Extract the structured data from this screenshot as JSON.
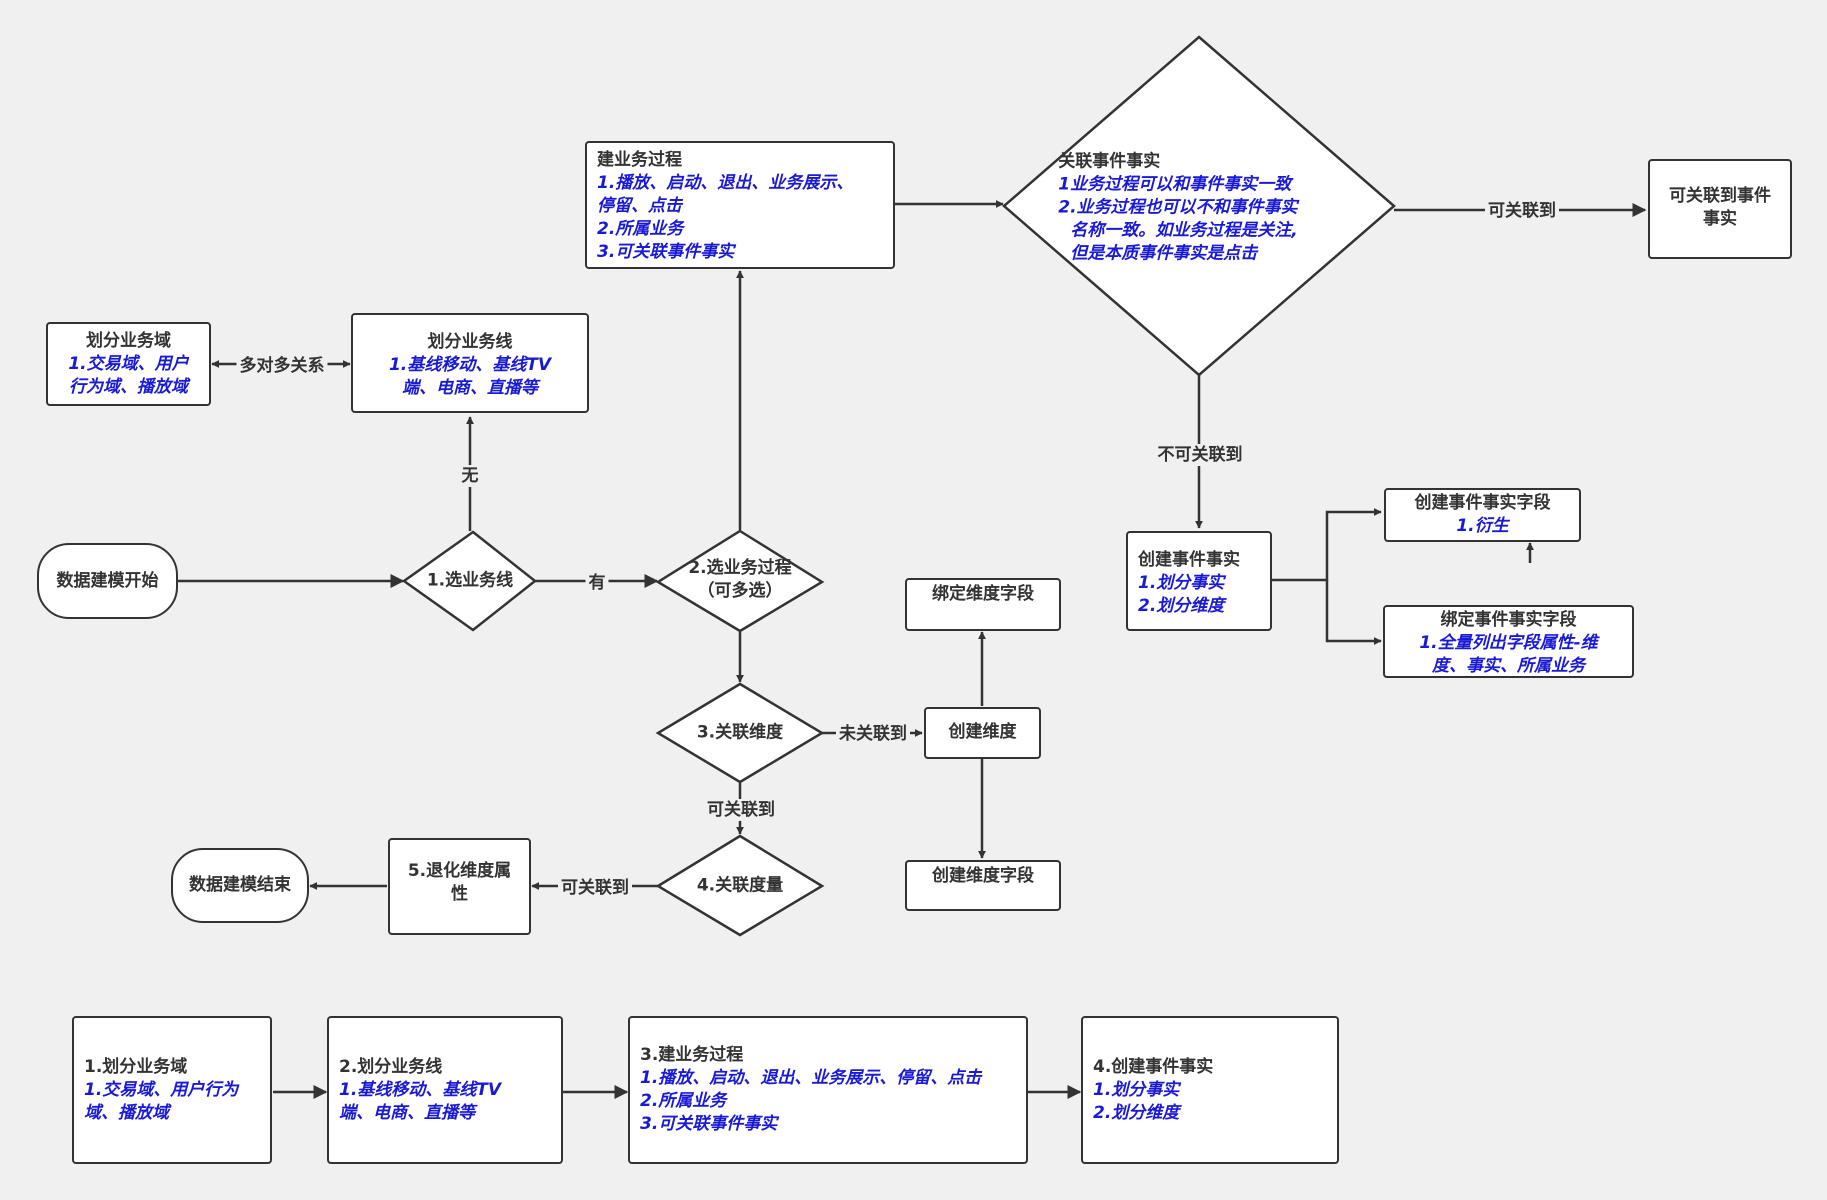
{
  "colors": {
    "background": "#f0f0f0",
    "stroke": "#333333",
    "list_text": "#1a1ad6"
  },
  "nodes": {
    "start": "数据建模开始",
    "end": "数据建模结束",
    "select_line": "1.选业务线",
    "select_process": {
      "line1": "2.选业务过程",
      "line2": "（可多选）"
    },
    "assoc_dim": "3.关联维度",
    "assoc_measure": "4.关联度量",
    "degrade_dim": {
      "line1": "5.退化维度属",
      "line2": "性"
    },
    "divide_domain": {
      "title": "划分业务域",
      "items": [
        "1.交易域、用户",
        "行为域、播放域"
      ]
    },
    "divide_line": {
      "title": "划分业务线",
      "items": [
        "1.基线移动、基线TV",
        "端、电商、直播等"
      ]
    },
    "build_process": {
      "title": "建业务过程",
      "items": [
        "1.播放、启动、退出、业务展示、",
        "停留、点击",
        "2.所属业务",
        "3.可关联事件事实"
      ]
    },
    "assoc_event": {
      "title": "关联事件事实",
      "items": [
        "1业务过程可以和事件事实一致",
        "2.业务过程也可以不和事件事实",
        "名称一致。如业务过程是关注,",
        "但是本质事件事实是点击"
      ]
    },
    "can_link_event": {
      "line1": "可关联到事件",
      "line2": "事实"
    },
    "create_event": {
      "title": "创建事件事实",
      "items": [
        "1.划分事实",
        "2.划分维度"
      ]
    },
    "create_event_field": {
      "title": "创建事件事实字段",
      "items": [
        "1.衍生"
      ]
    },
    "bind_event_field": {
      "title": "绑定事件事实字段",
      "items": [
        "1.全量列出字段属性-维",
        "度、事实、所属业务"
      ]
    },
    "create_dim": "创建维度",
    "bind_dim_field": "绑定维度字段",
    "create_dim_field": "创建维度字段"
  },
  "edge_labels": {
    "many_to_many": "多对多关系",
    "none": "无",
    "has": "有",
    "not_linked": "未关联到",
    "linkable_dim": "可关联到",
    "linkable_measure": "可关联到",
    "linkable_event": "可关联到",
    "not_linkable": "不可关联到"
  },
  "summary": [
    {
      "title": "1.划分业务域",
      "items": [
        "1.交易域、用户行为",
        "域、播放域"
      ]
    },
    {
      "title": "2.划分业务线",
      "items": [
        "1.基线移动、基线TV",
        "端、电商、直播等"
      ]
    },
    {
      "title": "3.建业务过程",
      "items": [
        "1.播放、启动、退出、业务展示、停留、点击",
        "2.所属业务",
        "3.可关联事件事实"
      ]
    },
    {
      "title": "4.创建事件事实",
      "items": [
        "1.划分事实",
        "2.划分维度"
      ]
    }
  ]
}
